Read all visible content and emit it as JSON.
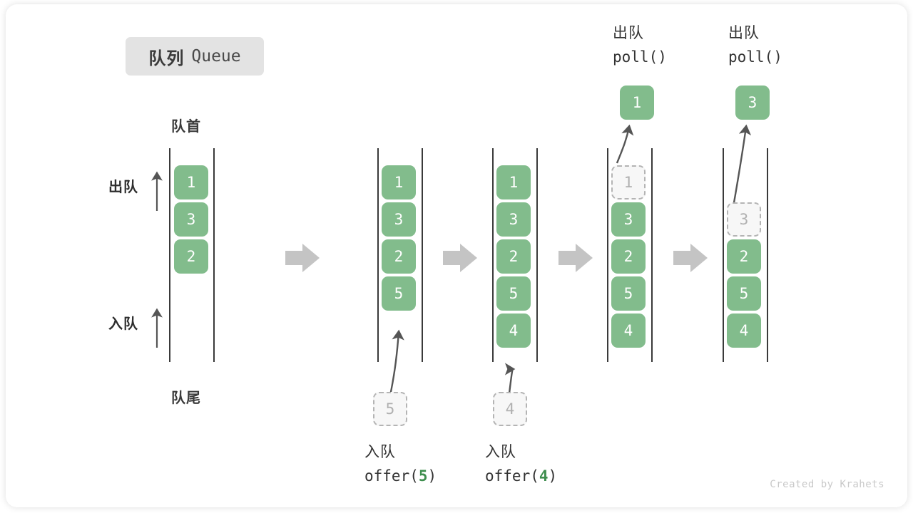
{
  "title": {
    "cn": "队列",
    "en": "Queue"
  },
  "labels": {
    "head": "队首",
    "tail": "队尾",
    "dequeue_side": "出队",
    "enqueue_side": "入队"
  },
  "credit": "Created by Krahets",
  "colors": {
    "cell_fill": "#82bc8c",
    "cell_text": "#ffffff",
    "ghost_fill": "#f7f7f7",
    "ghost_border": "#b4b4b4",
    "ghost_text": "#b0b0b0",
    "rail": "#3a3a3a",
    "step_arrow": "#c4c4c4",
    "op_arrow": "#555555",
    "badge_bg": "#e3e3e3",
    "arg_green": "#3e8e4e",
    "credit_text": "#c9c9c9"
  },
  "columns": [
    {
      "id": "initial",
      "head_label": "队首",
      "tail_label": "队尾",
      "cells": [
        {
          "value": "1",
          "state": "filled"
        },
        {
          "value": "3",
          "state": "filled"
        },
        {
          "value": "2",
          "state": "filled"
        }
      ]
    },
    {
      "id": "after-offer-5",
      "cells": [
        {
          "value": "1",
          "state": "filled"
        },
        {
          "value": "3",
          "state": "filled"
        },
        {
          "value": "2",
          "state": "filled"
        },
        {
          "value": "5",
          "state": "filled"
        }
      ],
      "incoming": {
        "value": "5",
        "state": "ghost"
      },
      "caption": {
        "cn": "入队",
        "fn": "offer(",
        "arg": "5",
        "fn_end": ")"
      }
    },
    {
      "id": "after-offer-4",
      "cells": [
        {
          "value": "1",
          "state": "filled"
        },
        {
          "value": "3",
          "state": "filled"
        },
        {
          "value": "2",
          "state": "filled"
        },
        {
          "value": "5",
          "state": "filled"
        },
        {
          "value": "4",
          "state": "filled"
        }
      ],
      "incoming": {
        "value": "4",
        "state": "ghost"
      },
      "caption": {
        "cn": "入队",
        "fn": "offer(",
        "arg": "4",
        "fn_end": ")"
      }
    },
    {
      "id": "after-poll-1",
      "header": {
        "cn": "出队",
        "fn": "poll()"
      },
      "extracted": {
        "value": "1",
        "state": "filled"
      },
      "cells": [
        {
          "value": "1",
          "state": "ghost"
        },
        {
          "value": "3",
          "state": "filled"
        },
        {
          "value": "2",
          "state": "filled"
        },
        {
          "value": "5",
          "state": "filled"
        },
        {
          "value": "4",
          "state": "filled"
        }
      ]
    },
    {
      "id": "after-poll-3",
      "header": {
        "cn": "出队",
        "fn": "poll()"
      },
      "extracted": {
        "value": "3",
        "state": "filled"
      },
      "cells": [
        {
          "value": "",
          "state": "empty"
        },
        {
          "value": "3",
          "state": "ghost"
        },
        {
          "value": "2",
          "state": "filled"
        },
        {
          "value": "5",
          "state": "filled"
        },
        {
          "value": "4",
          "state": "filled"
        }
      ]
    }
  ],
  "step_arrows": [
    {
      "label": "step-arrow-1"
    },
    {
      "label": "step-arrow-2"
    },
    {
      "label": "step-arrow-3"
    },
    {
      "label": "step-arrow-4"
    }
  ]
}
